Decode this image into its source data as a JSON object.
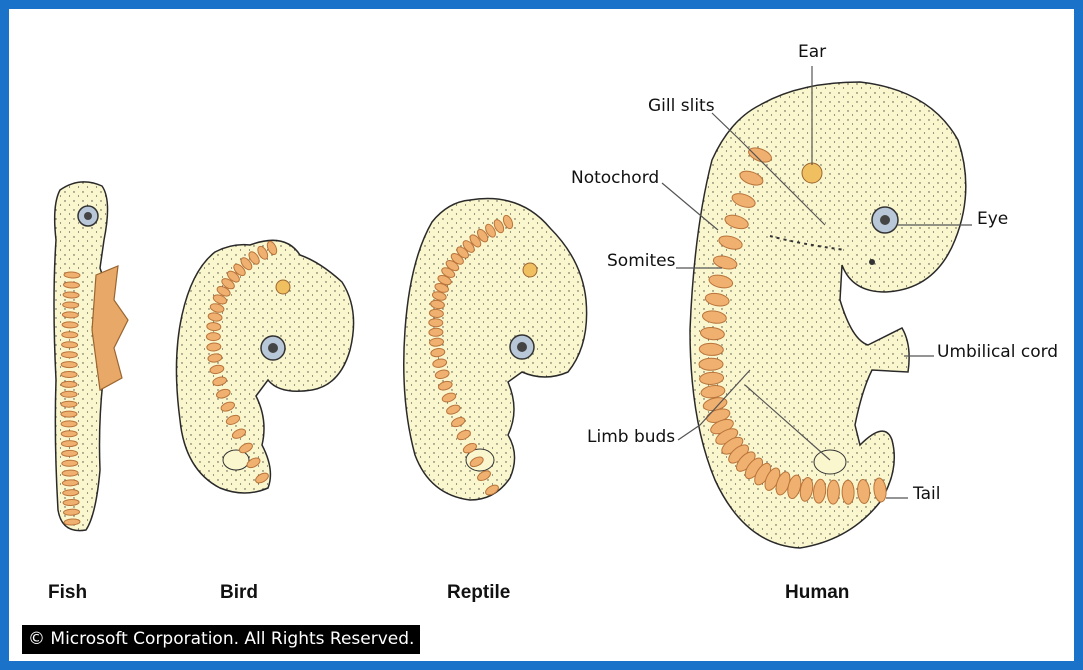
{
  "colors": {
    "border": "#1a73c8",
    "embryo_fill": "#faf7cf",
    "embryo_stipple": "#1a1a1a",
    "somite_fill": "#f0b070",
    "somite_stroke": "#b8743a",
    "yolk": "#e8a868",
    "eye": "#b8c8d8",
    "ear": "#f0c060"
  },
  "captions": {
    "fish": "Fish",
    "bird": "Bird",
    "reptile": "Reptile",
    "human": "Human"
  },
  "labels": {
    "ear": "Ear",
    "gill_slits": "Gill slits",
    "notochord": "Notochord",
    "somites": "Somites",
    "eye": "Eye",
    "umbilical_cord": "Umbilical cord",
    "limb_buds": "Limb buds",
    "tail": "Tail"
  },
  "copyright": "© Microsoft Corporation. All Rights Reserved."
}
